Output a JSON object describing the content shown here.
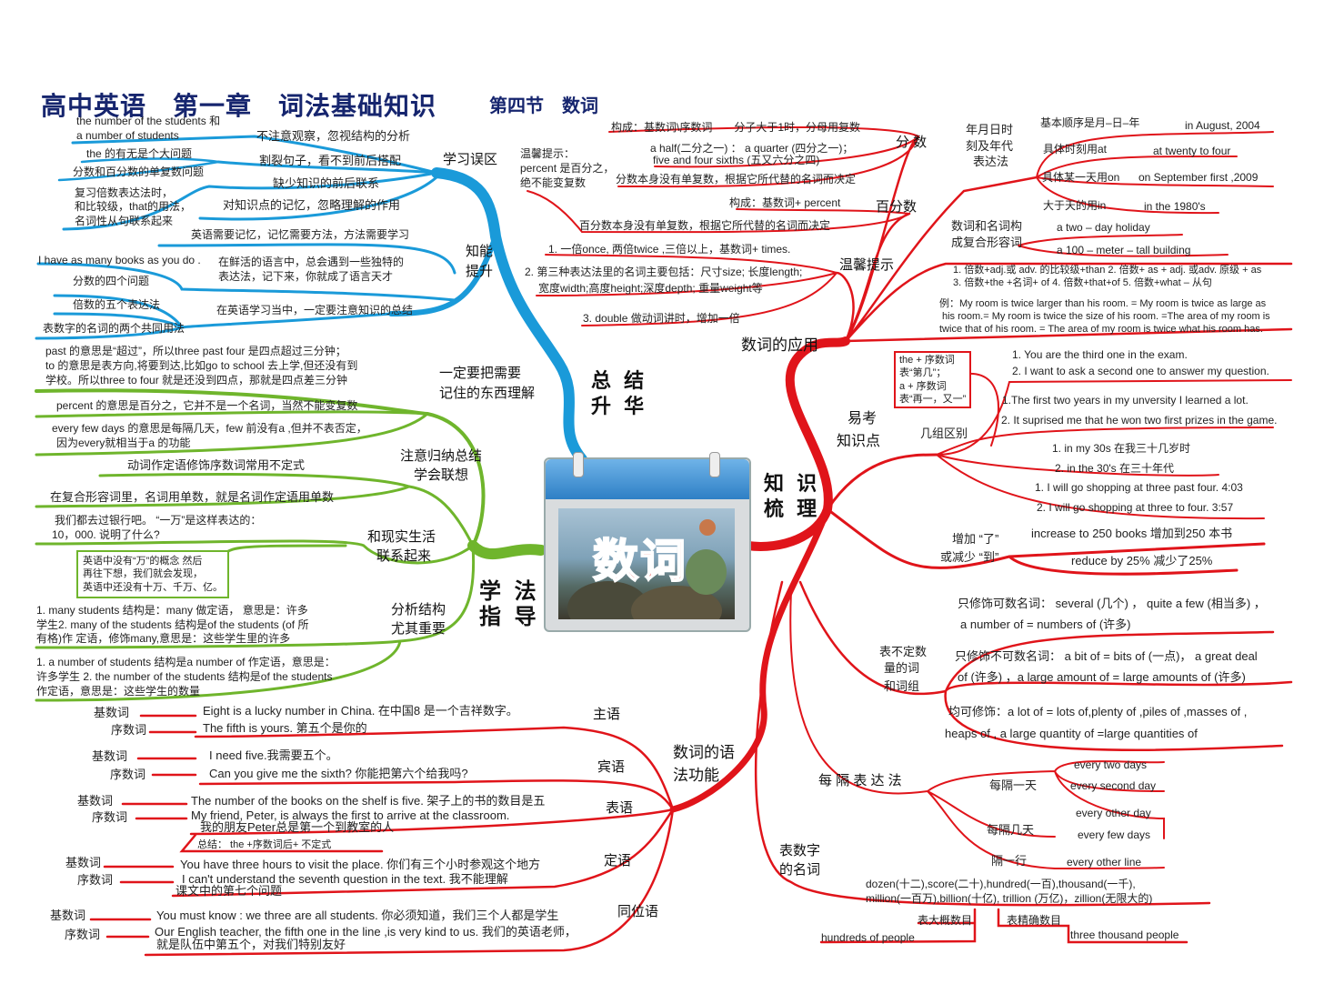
{
  "title": {
    "main": "高中英语　第一章　词法基础知识",
    "sub": "第四节　数词"
  },
  "colors": {
    "summary": "#1a9ad9",
    "method": "#6fb52c",
    "knowledge": "#e0141a",
    "title": "#16256e"
  },
  "center": {
    "label": "数词",
    "icon": "calendar-icon"
  },
  "summary": {
    "label": [
      "总 结",
      "升 华"
    ],
    "mistakes": {
      "label": "学习误区",
      "items": [
        "不注意观察，忽视结构的分析",
        "割裂句子，看不到前后搭配",
        "缺少知识的前后联系",
        "对知识点的记忆，忽略理解的作用"
      ],
      "details": [
        "the number of the students 和",
        "a number of students",
        "the 的有无是个大问题",
        "分数和百分数的单复数问题",
        "复习倍数表达法时，",
        "和比较级，that的用法，",
        "名词性从句联系起来"
      ]
    },
    "ability": {
      "label": [
        "知能",
        "提升"
      ],
      "items": [
        "英语需要记忆，记忆需要方法，方法需要学习",
        "在鲜活的语言中，总会遇到一些独特的",
        "表达法，记下来，你就成了语言天才",
        "在英语学习当中，一定要注意知识的总结"
      ],
      "details": [
        "I have as many books as you do .",
        "分数的四个问题",
        "倍数的五个表达法",
        "表数字的名词的两个共同用法"
      ]
    }
  },
  "method": {
    "label": [
      "学 法",
      "指 导"
    ],
    "understand": {
      "label": [
        "一定要把需要",
        "记住的东西理解"
      ],
      "items": [
        "past 的意思是“超过”，所以three past four 是四点超过三分钟；",
        "to 的意思是表方向,将要到达,比如go to school 去上学,但还没有到",
        "学校。所以three to four 就是还没到四点，那就是四点差三分钟",
        "percent 的意思是百分之，它并不是一个名词，当然不能变复数",
        "every few days 的意思是每隔几天，few 前没有a ,但并不表否定，",
        "因为every就相当于a 的功能"
      ]
    },
    "associate": {
      "label": [
        "注意归纳总结",
        "学会联想"
      ],
      "items": [
        "动词作定语修饰序数词常用不定式",
        "在复合形容词里，名词用单数，就是名词作定语用单数"
      ]
    },
    "reallife": {
      "label": [
        "和现实生活",
        "联系起来"
      ],
      "items": [
        "我们都去过银行吧。 “一万”是这样表达的：",
        "10，000. 说明了什么?"
      ],
      "note": [
        "英语中没有“万”的概念 然后",
        "再往下想，我们就会发现，",
        "英语中还没有十万、千万、亿。"
      ]
    },
    "structure": {
      "label": [
        "分析结构",
        "尤其重要"
      ],
      "items": [
        "1. many students 结构是：many 做定语， 意思是：许多",
        "学生2. many of the students 结构是of the students (of 所",
        "有格)作 定语，修饰many,意思是：这些学生里的许多",
        "1. a number of students 结构是a number of 作定语，意思是：",
        "许多学生 2. the number of the students 结构是of the students",
        "作定语，意思是：这些学生的数量"
      ]
    }
  },
  "grammar": {
    "label": [
      "数词的语",
      "法功能"
    ],
    "cardinal": "基数词",
    "ordinal": "序数词",
    "roles": [
      {
        "label": "主语",
        "cardinal": "Eight is a lucky number in China. 在中国8 是一个吉祥数字。",
        "ordinal": [
          "The fifth is yours. 第五个是你的"
        ]
      },
      {
        "label": "宾语",
        "cardinal": "I need five.我需要五个。",
        "ordinal": [
          "Can you give me the sixth? 你能把第六个给我吗?"
        ]
      },
      {
        "label": "表语",
        "cardinal": "The number of the books on the shelf is five.  架子上的书的数目是五",
        "ordinal": [
          "My friend, Peter, is always the first to arrive at the classroom.",
          "我的朋友Peter总是第一个到教室的人"
        ],
        "note": "总结：  the +序数词后+ 不定式"
      },
      {
        "label": "定语",
        "cardinal": "You have three hours to visit the place. 你们有三个小时参观这个地方",
        "ordinal": [
          "I can't understand the seventh question in the text. 我不能理解",
          "课文中的第七个问题"
        ]
      },
      {
        "label": "同位语",
        "cardinal": "You must know : we three are all students. 你必须知道，我们三个人都是学生",
        "ordinal": [
          "Our English teacher, the fifth one in the line ,is very kind to us. 我们的英语老师，",
          "就是队伍中第五个，对我们特别友好"
        ]
      }
    ]
  },
  "application": {
    "label": "数词的应用",
    "fraction": {
      "label": "分 数",
      "items": [
        "构成：基数词\\序数词　　分子大于1时，分母用复数",
        "a half(二分之一) ：  a quarter (四分之一)；",
        "five and four sixths (五又六分之四)",
        "分数本身没有单复数，根据它所代替的名词而决定"
      ]
    },
    "tip": [
      "温馨提示：",
      "percent 是百分之，",
      "绝不能变复数"
    ],
    "percent": {
      "label": "百分数",
      "items": [
        "构成：基数词+ percent",
        "百分数本身没有单复数，根据它所代替的名词而决定"
      ]
    },
    "reminder": {
      "label": "温馨提示",
      "items": [
        "1. 一倍once, 两倍twice ,三倍以上，基数词+ times.",
        "2. 第三种表达法里的名词主要包括：尺寸size; 长度length;",
        "宽度width;高度height;深度depth; 重量weight等",
        "3. double 做动词讲时，增加一倍"
      ]
    },
    "dates": {
      "label": [
        "年月日时",
        "刻及年代",
        "表达法"
      ],
      "rows": [
        [
          "基本顺序是月–日–年",
          "in August, 2004"
        ],
        [
          "具体时刻用at",
          "at twenty to four"
        ],
        [
          "具体某一天用on",
          "on September first ,2009"
        ],
        [
          "大于天的用in",
          "in the 1980's"
        ]
      ]
    },
    "compound": {
      "label": [
        "数词和名词构",
        "成复合形容词"
      ],
      "items": [
        "a two – day holiday",
        "a 100 – meter – tall building"
      ]
    },
    "multiples": [
      "1. 倍数+adj.或 adv. 的比较级+than  2. 倍数+ as + adj. 或adv. 原级 + as",
      "3. 倍数+the +名词+ of  4. 倍数+that+of  5. 倍数+what – 从句"
    ],
    "example": [
      "例：My room is twice larger than his room. = My room  is twice as large as",
      "his room.= My room is twice the size of his room. =The area of my room is",
      "twice that of his room. = The area of my room is twice what his room has."
    ]
  },
  "knowledge": {
    "label": [
      "知 识",
      "梳 理"
    ]
  },
  "exam": {
    "label": [
      "易考",
      "知识点"
    ],
    "groups": {
      "label": "几组区别",
      "box": [
        "the + 序数词",
        "表“第几”；",
        "a + 序数词",
        "表“再一，又一”"
      ],
      "items": [
        "1. You are the third one in the exam.",
        "2. I want to ask a second one to answer my question.",
        "1.The first two years in my unversity I learned a lot.",
        "2. It suprised me that he won two first prizes in the game.",
        "1. in my 30s 在我三十几岁时",
        "2. in the 30's 在三十年代",
        "1. I will go shopping at three past four. 4:03",
        "2. I will go shopping at three to four. 3:57"
      ]
    },
    "change": {
      "label": [
        "增加 “了”",
        "或减少 “到”"
      ],
      "items": [
        "increase to 250 books 增加到250 本书",
        "reduce by 25% 减少了25%"
      ]
    }
  },
  "indefinite": {
    "label": [
      "表不定数",
      "量的词",
      "和词组"
    ],
    "items": [
      "只修饰可数名词： several (几个) ， quite a few (相当多) ，",
      "a number of = numbers of (许多)",
      "只修饰不可数名词： a bit of = bits of (一点)， a great deal",
      "of (许多) ，a large amount of = large amounts of (许多)",
      "均可修饰：a lot of = lots of,plenty of ,piles of ,masses of ,",
      "heaps of , a large quantity of =large quantities of"
    ]
  },
  "every": {
    "label": "每 隔 表 达 法",
    "every_other_day": "每隔一天",
    "every_few": "每隔几天",
    "every_other_line": "隔一行",
    "items": [
      "every two days",
      "every second day",
      "every other day",
      "every few days",
      "every other line"
    ]
  },
  "number_nouns": {
    "label": [
      "表数字",
      "的名词"
    ],
    "items": [
      "dozen(十二),score(二十),hundred(一百),thousand(一千),",
      "million(一百万),billion(十亿), trillion (万亿)，zillion(无限大的)"
    ],
    "approx": "表大概数目",
    "exact": "表精确数目",
    "approx_example": "hundreds of people",
    "exact_example": "three thousand people"
  }
}
